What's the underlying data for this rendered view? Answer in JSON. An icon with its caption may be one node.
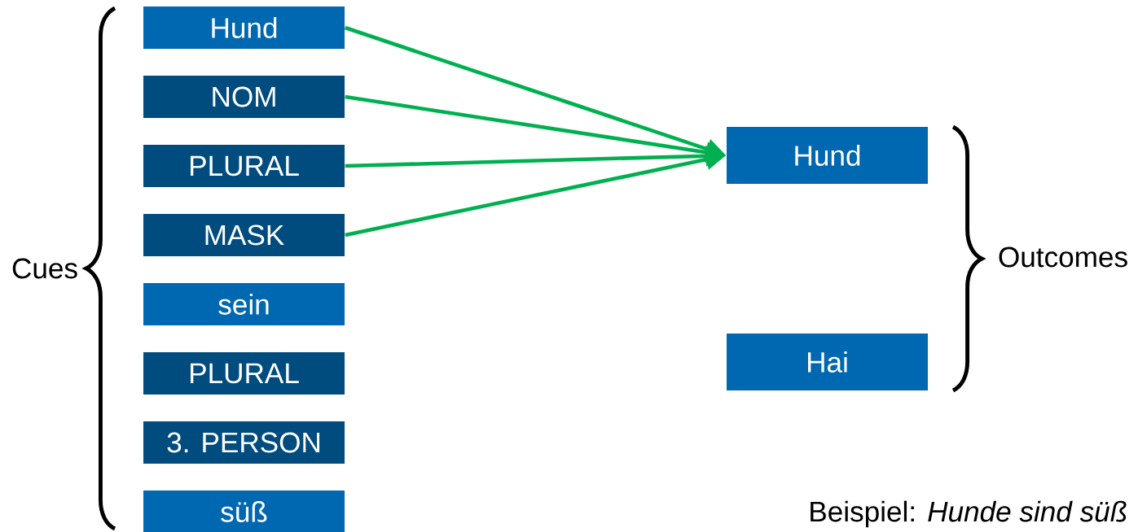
{
  "diagram": {
    "nodes": [
      {
        "text": [
          "Hund"
        ]
      },
      {
        "text": [
          "NOM"
        ]
      },
      {
        "text": [
          "PLURAL"
        ]
      },
      {
        "text": [
          "MASK"
        ]
      },
      {
        "text": [
          "sein"
        ]
      },
      {
        "text": [
          "PLURAL"
        ]
      },
      {
        "text": [
          "3. PERSON"
        ]
      },
      {
        "text": [
          "süß"
        ]
      },
      {
        "text": [
          "Hund"
        ]
      },
      {
        "text": [
          "Hai"
        ]
      }
    ],
    "edges": [
      {
        "from": 0,
        "to": 8,
        "arrow": "to"
      },
      {
        "from": 1,
        "to": 8,
        "arrow": "to"
      },
      {
        "from": 2,
        "to": 8,
        "arrow": "to"
      },
      {
        "from": 3,
        "to": 8,
        "arrow": "to"
      }
    ],
    "labels": [
      "Cues",
      "Outcomes",
      "Beispiel: *Hunde sind süß*"
    ]
  }
}
